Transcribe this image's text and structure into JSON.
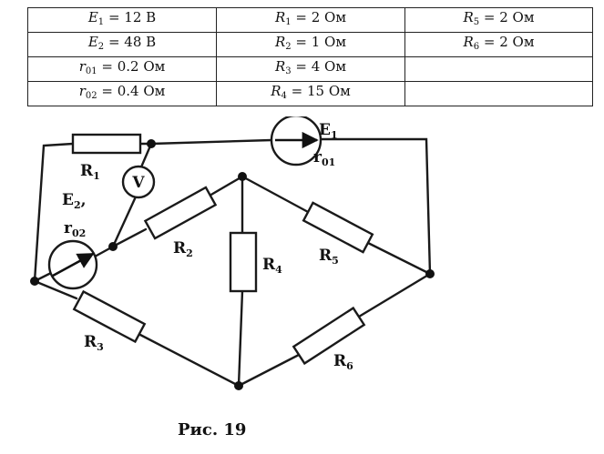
{
  "table": {
    "rows": [
      [
        {
          "sym": "E",
          "sub": "1",
          "rest": " = 12 В"
        },
        {
          "sym": "R",
          "sub": "1",
          "rest": " = 2 Ом"
        },
        {
          "sym": "R",
          "sub": "5",
          "rest": " = 2 Ом"
        }
      ],
      [
        {
          "sym": "E",
          "sub": "2",
          "rest": " = 48 В"
        },
        {
          "sym": "R",
          "sub": "2",
          "rest": " = 1 Ом"
        },
        {
          "sym": "R",
          "sub": "6",
          "rest": " = 2 Ом"
        }
      ],
      [
        {
          "sym": "r",
          "sub": "01",
          "rest": " = 0.2 Ом"
        },
        {
          "sym": "R",
          "sub": "3",
          "rest": " = 4 Ом"
        },
        {
          "sym": "",
          "sub": "",
          "rest": ""
        }
      ],
      [
        {
          "sym": "r",
          "sub": "02",
          "rest": " = 0.4 Ом"
        },
        {
          "sym": "R",
          "sub": "4",
          "rest": " = 15 Ом"
        },
        {
          "sym": "",
          "sub": "",
          "rest": ""
        }
      ]
    ]
  },
  "figure": {
    "labels": {
      "R1": {
        "main": "R",
        "sub": "1"
      },
      "R2": {
        "main": "R",
        "sub": "2"
      },
      "R3": {
        "main": "R",
        "sub": "3"
      },
      "R4": {
        "main": "R",
        "sub": "4"
      },
      "R5": {
        "main": "R",
        "sub": "5"
      },
      "R6": {
        "main": "R",
        "sub": "6"
      },
      "E1": {
        "main": "E",
        "sub": "1"
      },
      "r01": {
        "main": "r",
        "sub": "01"
      },
      "E2": {
        "main": "E",
        "sub": "2",
        "suffix": ","
      },
      "r02": {
        "main": "r",
        "sub": "02"
      },
      "voltmeter": "V"
    },
    "caption": "Рис. 19"
  }
}
